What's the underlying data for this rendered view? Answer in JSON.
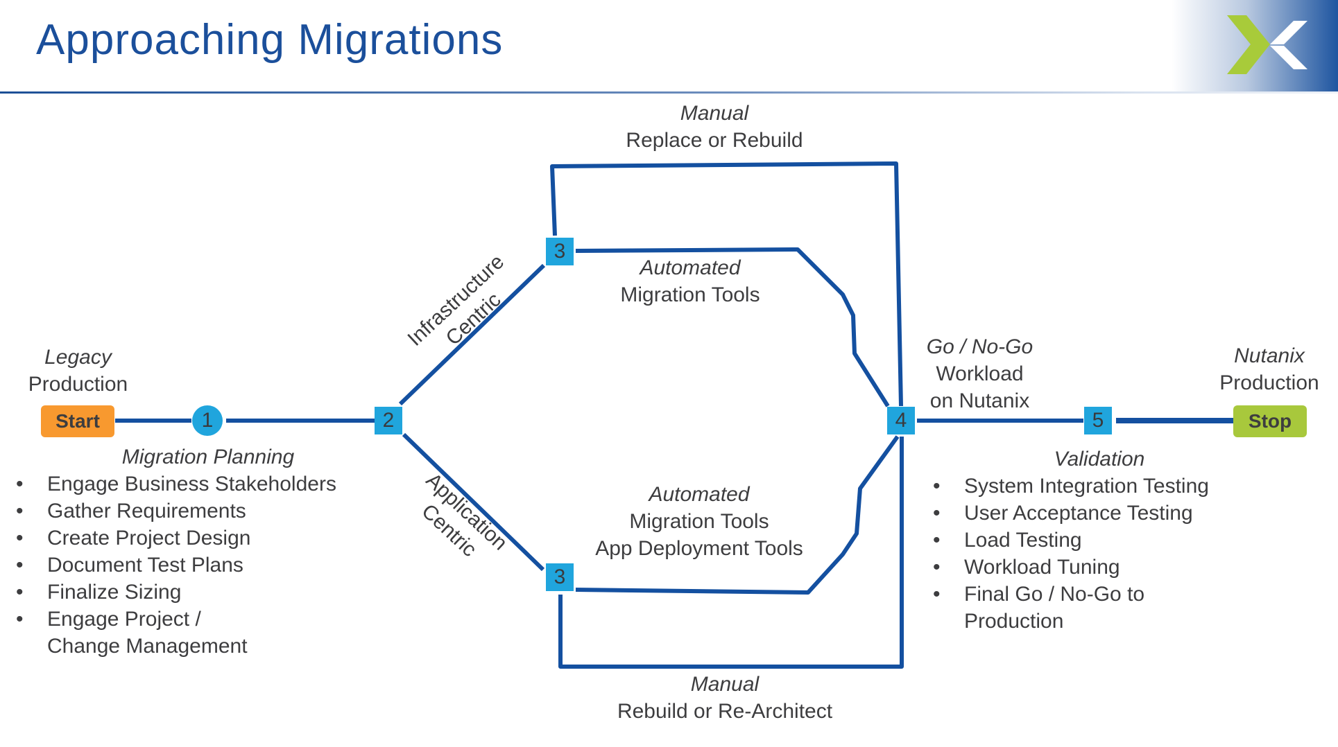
{
  "slide": {
    "title": "Approaching Migrations",
    "logo_icon": "nutanix-x-logo-icon"
  },
  "colors": {
    "title": "#1b4f9b",
    "path_line": "#1450a0",
    "node_fill": "#20a5dd",
    "start_fill": "#f8992f",
    "stop_fill": "#a8c83c",
    "text": "#3d3d3f"
  },
  "start": {
    "label_italic": "Legacy",
    "label": "Production",
    "button": "Start"
  },
  "stop": {
    "label_italic": "Nutanix",
    "label": "Production",
    "button": "Stop"
  },
  "nodes": {
    "n1": "1",
    "n2": "2",
    "n3_top": "3",
    "n3_bottom": "3",
    "n4": "4",
    "n5": "5"
  },
  "branches": {
    "infrastructure": {
      "line1": "Infrastructure",
      "line2": "Centric"
    },
    "application": {
      "line1": "Application",
      "line2": "Centric"
    }
  },
  "paths": {
    "manual_top": {
      "italic": "Manual",
      "label": "Replace or Rebuild"
    },
    "automated_top": {
      "italic": "Automated",
      "label": "Migration Tools"
    },
    "automated_bottom": {
      "italic": "Automated",
      "line1": "Migration Tools",
      "line2": "App Deployment Tools"
    },
    "manual_bottom": {
      "italic": "Manual",
      "label": "Rebuild or Re-Architect"
    }
  },
  "gonogo": {
    "italic": "Go / No-Go",
    "line1": "Workload",
    "line2": "on Nutanix"
  },
  "planning": {
    "heading": "Migration Planning",
    "items": [
      "Engage Business Stakeholders",
      "Gather Requirements",
      "Create Project Design",
      "Document Test Plans",
      "Finalize Sizing",
      "Engage Project /",
      "Change Management"
    ]
  },
  "validation": {
    "heading": "Validation",
    "items": [
      "System Integration Testing",
      "User Acceptance Testing",
      "Load Testing",
      "Workload Tuning",
      "Final Go / No-Go to",
      "Production"
    ]
  }
}
